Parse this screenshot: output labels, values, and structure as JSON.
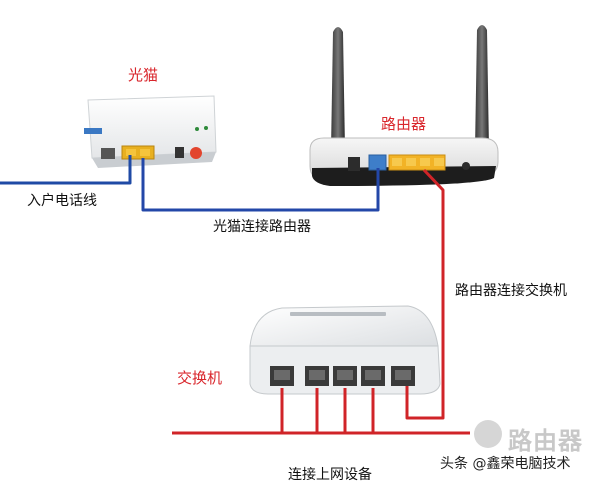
{
  "labels": {
    "modem": "光猫",
    "router": "路由器",
    "switch": "交换机",
    "phone_line": "入户电话线",
    "modem_to_router": "光猫连接路由器",
    "router_to_switch": "路由器连接交换机",
    "to_devices": "连接上网设备"
  },
  "watermark": {
    "brand": "路由器",
    "credit": "头条 @鑫荣电脑技术"
  },
  "colors": {
    "phone_line": "#1f4aa5",
    "ethernet_blue": "#2347a8",
    "ethernet_red": "#d02428",
    "label_red": "#d9262c",
    "port_yellow": "#f2b326",
    "port_blue": "#3e7ec9"
  }
}
